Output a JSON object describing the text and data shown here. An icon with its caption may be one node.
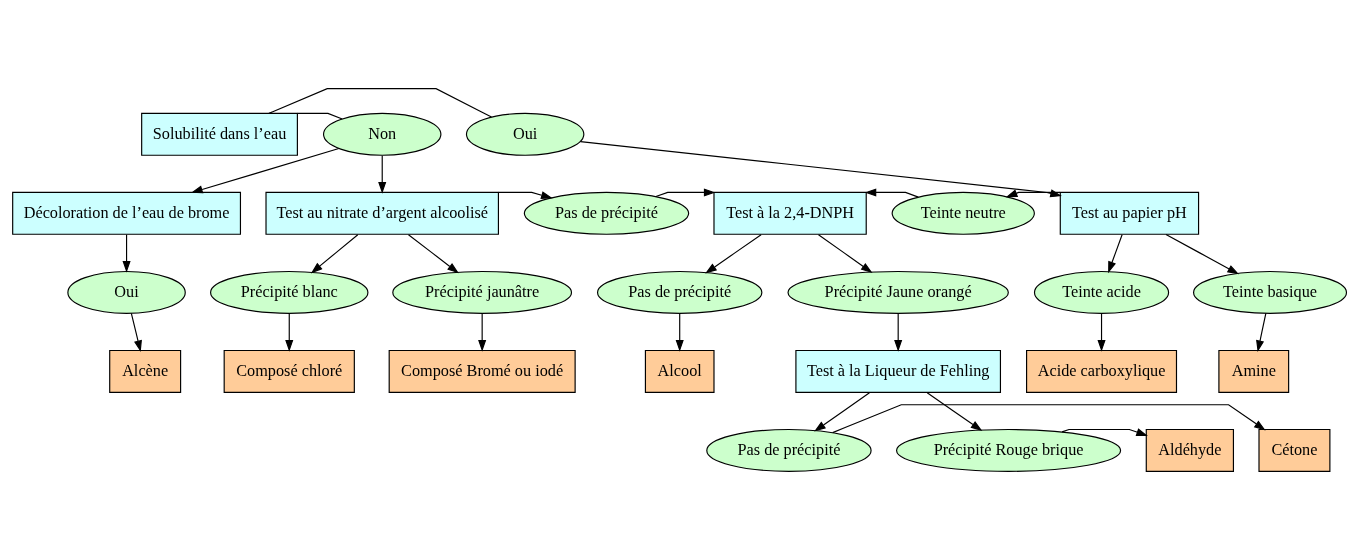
{
  "diagram": {
    "nodes": [
      {
        "text": [
          "Solubilité dans l’eau"
        ]
      },
      {
        "text": [
          "Non"
        ]
      },
      {
        "text": [
          "Oui"
        ]
      },
      {
        "text": [
          "Décoloration de l’eau de brome"
        ]
      },
      {
        "text": [
          "Test au nitrate d’argent alcoolisé"
        ]
      },
      {
        "text": [
          "Pas de précipité"
        ]
      },
      {
        "text": [
          "Test à la 2,4-DNPH"
        ]
      },
      {
        "text": [
          "Teinte neutre"
        ]
      },
      {
        "text": [
          "Test au papier pH"
        ]
      },
      {
        "text": [
          "Oui"
        ]
      },
      {
        "text": [
          "Précipité blanc"
        ]
      },
      {
        "text": [
          "Précipité jaunâtre"
        ]
      },
      {
        "text": [
          "Pas de précipité"
        ]
      },
      {
        "text": [
          "Précipité Jaune orangé"
        ]
      },
      {
        "text": [
          "Teinte acide"
        ]
      },
      {
        "text": [
          "Teinte basique"
        ]
      },
      {
        "text": [
          "Alcène"
        ]
      },
      {
        "text": [
          "Composé chloré"
        ]
      },
      {
        "text": [
          "Composé Bromé ou iodé"
        ]
      },
      {
        "text": [
          "Alcool"
        ]
      },
      {
        "text": [
          "Test à la Liqueur de Fehling"
        ]
      },
      {
        "text": [
          "Acide carboxylique"
        ]
      },
      {
        "text": [
          "Amine"
        ]
      },
      {
        "text": [
          "Cétone"
        ]
      },
      {
        "text": [
          "Pas de précipité"
        ]
      },
      {
        "text": [
          "Précipité Rouge brique"
        ]
      },
      {
        "text": [
          "Aldéhyde"
        ]
      }
    ],
    "edges": [
      {
        "from": 0,
        "to": 1,
        "arrow": "none"
      },
      {
        "from": 0,
        "to": 2,
        "arrow": "none"
      },
      {
        "from": 1,
        "to": 3,
        "arrow": "to"
      },
      {
        "from": 1,
        "to": 4,
        "arrow": "to"
      },
      {
        "from": 2,
        "to": 8,
        "arrow": "to"
      },
      {
        "from": 4,
        "to": 5,
        "arrow": "to"
      },
      {
        "from": 5,
        "to": 6,
        "arrow": "to"
      },
      {
        "from": 8,
        "to": 7,
        "arrow": "to"
      },
      {
        "from": 7,
        "to": 6,
        "arrow": "to"
      },
      {
        "from": 3,
        "to": 9,
        "arrow": "to"
      },
      {
        "from": 4,
        "to": 10,
        "arrow": "to"
      },
      {
        "from": 4,
        "to": 11,
        "arrow": "to"
      },
      {
        "from": 6,
        "to": 12,
        "arrow": "to"
      },
      {
        "from": 6,
        "to": 13,
        "arrow": "to"
      },
      {
        "from": 8,
        "to": 14,
        "arrow": "to"
      },
      {
        "from": 8,
        "to": 15,
        "arrow": "to"
      },
      {
        "from": 9,
        "to": 16,
        "arrow": "to"
      },
      {
        "from": 10,
        "to": 17,
        "arrow": "to"
      },
      {
        "from": 11,
        "to": 18,
        "arrow": "to"
      },
      {
        "from": 12,
        "to": 19,
        "arrow": "to"
      },
      {
        "from": 13,
        "to": 20,
        "arrow": "to"
      },
      {
        "from": 14,
        "to": 21,
        "arrow": "to"
      },
      {
        "from": 15,
        "to": 22,
        "arrow": "to"
      },
      {
        "from": 20,
        "to": 24,
        "arrow": "to"
      },
      {
        "from": 20,
        "to": 25,
        "arrow": "to"
      },
      {
        "from": 24,
        "to": 23,
        "arrow": "to"
      },
      {
        "from": 25,
        "to": 26,
        "arrow": "to"
      }
    ]
  }
}
